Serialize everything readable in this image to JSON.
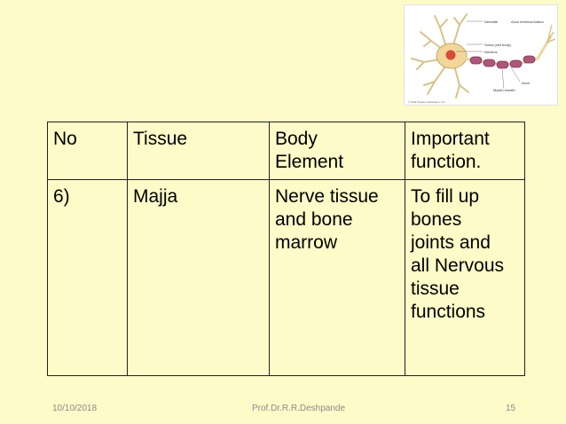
{
  "figure": {
    "labels": [
      "Dendrite",
      "Axon terminal button",
      "Soma (cell body)",
      "Nucleus",
      "Axon",
      "Myelin sheath"
    ],
    "copyright": "© 2011 Pearson Education, Inc."
  },
  "table": {
    "header": [
      "No",
      "Tissue",
      "Body\nElement",
      "Important\nfunction."
    ],
    "rows": [
      [
        "6)",
        "Majja",
        "Nerve tissue\nand bone\nmarrow",
        "To fill up\nbones\njoints and\nall Nervous\ntissue\nfunctions"
      ]
    ]
  },
  "footer": {
    "date": "10/10/2018",
    "author": "Prof.Dr.R.R.Deshpande",
    "page": "15"
  },
  "colors": {
    "background": "#fdfbc8",
    "myelin": "#b0557a",
    "soma": "#f2d79a",
    "nucleus": "#d94a3a"
  }
}
